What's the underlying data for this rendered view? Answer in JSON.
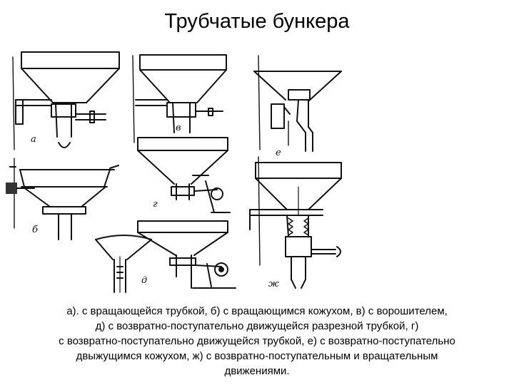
{
  "title": "Трубчатые бункера",
  "figure_labels": {
    "a": "а",
    "b": "б",
    "v": "в",
    "g": "г",
    "d": "д",
    "e": "е",
    "zh": "ж"
  },
  "caption": [
    "а). с вращающейся трубкой, б) с вращающимся кожухом, в) с ворошителем,",
    "д) с возвратно-поступательно движущейся разрезной трубкой, г)",
    "с возвратно-поступательно движущейся трубкой, е) с возвратно-поступательно",
    "двыжущимся кожухом, ж) с возвратно-поступательным и вращательным",
    "движениями."
  ]
}
